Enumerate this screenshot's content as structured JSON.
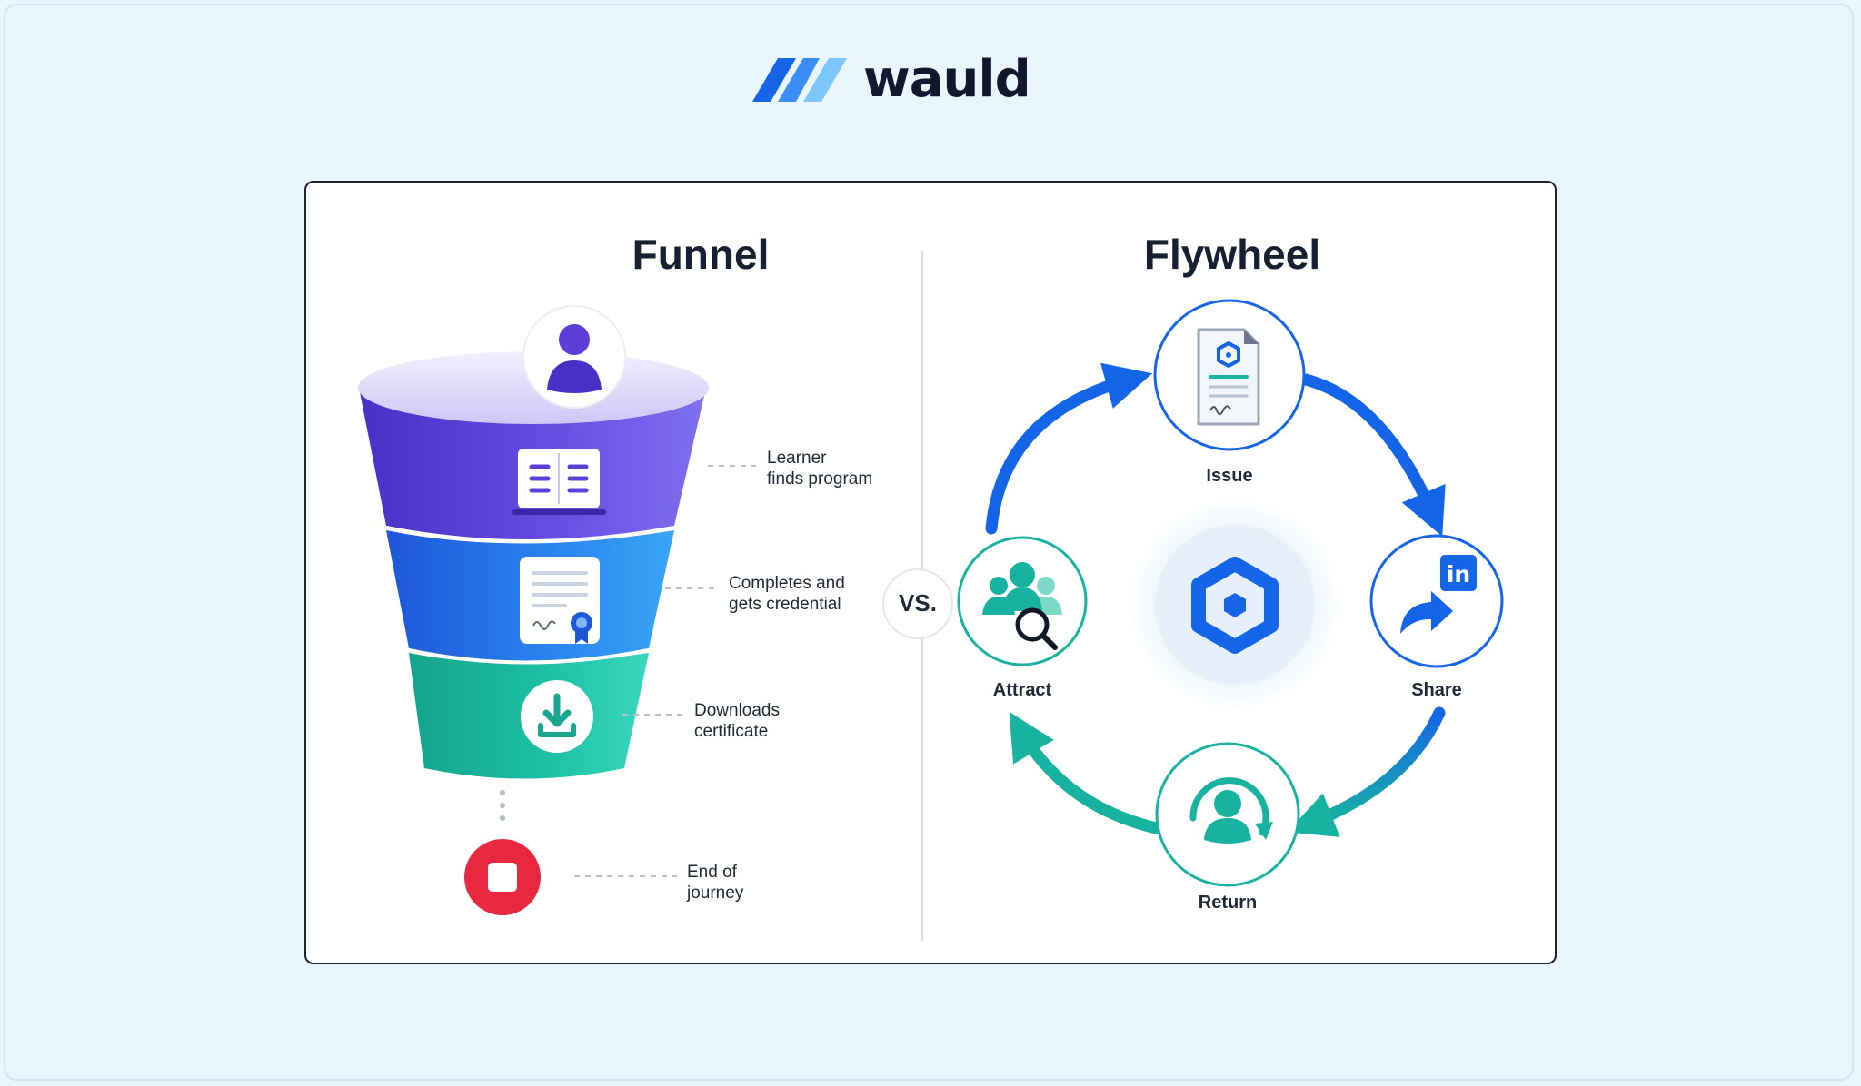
{
  "brand": {
    "name": "wauld"
  },
  "funnel": {
    "title": "Funnel",
    "stages": [
      {
        "label": "Learner\nfinds program"
      },
      {
        "label": "Completes and\ngets credential"
      },
      {
        "label": "Downloads\ncertificate"
      },
      {
        "label": "End of\njourney"
      }
    ]
  },
  "vs_label": "VS.",
  "flywheel": {
    "title": "Flywheel",
    "nodes": [
      {
        "label": "Issue"
      },
      {
        "label": "Share"
      },
      {
        "label": "Return"
      },
      {
        "label": "Attract"
      }
    ]
  },
  "colors": {
    "background": "#eaf6fe",
    "funnel_top": "#5b3fd6",
    "funnel_middle": "#1f6fe6",
    "funnel_bottom": "#19b89f",
    "stop": "#e8283f",
    "flywheel_blue": "#1565e8",
    "flywheel_teal": "#17b3a0"
  },
  "icons": {
    "funnel": [
      "user-icon",
      "book-icon",
      "certificate-icon",
      "download-icon",
      "stop-icon"
    ],
    "flywheel": [
      "document-icon",
      "linkedin-share-icon",
      "return-user-icon",
      "attract-group-icon",
      "hexagon-logo-icon"
    ]
  }
}
